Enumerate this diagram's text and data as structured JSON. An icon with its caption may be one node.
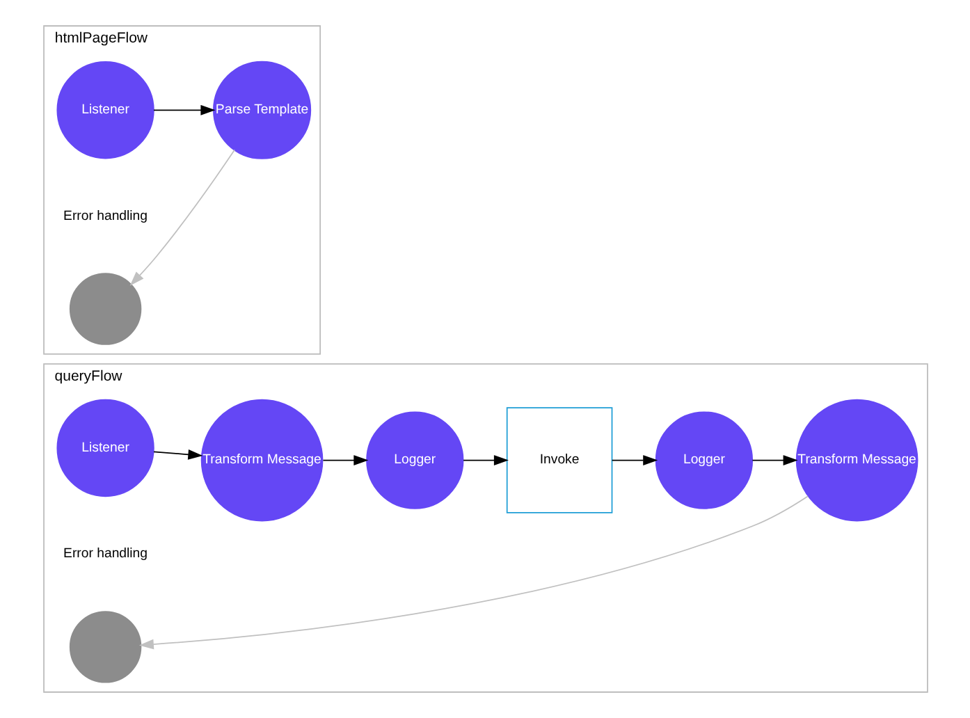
{
  "diagram": {
    "nodes": [
      {
        "text": [
          "htmlPageFlow"
        ]
      },
      {
        "text": [
          "Listener"
        ],
        "in": 0
      },
      {
        "text": [
          "Parse Template"
        ],
        "in": 0
      },
      {
        "text": [],
        "shape": "circle",
        "in": 0
      },
      {
        "text": [
          "queryFlow"
        ]
      },
      {
        "text": [
          "Listener"
        ],
        "in": 4
      },
      {
        "text": [
          "Transform Message"
        ],
        "in": 4
      },
      {
        "text": [
          "Logger"
        ],
        "in": 4
      },
      {
        "text": [
          "Invoke"
        ],
        "in": 4
      },
      {
        "text": [
          "Logger"
        ],
        "in": 4
      },
      {
        "text": [
          "Transform Message"
        ],
        "in": 4
      },
      {
        "text": [],
        "shape": "circle",
        "in": 4
      }
    ],
    "edges": [
      {
        "from": 1,
        "to": 2,
        "arrow": "to"
      },
      {
        "from": 2,
        "to": 3,
        "arrow": "to",
        "color": "#c0c0c0"
      },
      {
        "from": 5,
        "to": 6,
        "arrow": "to"
      },
      {
        "from": 6,
        "to": 7,
        "arrow": "to"
      },
      {
        "from": 7,
        "to": 8,
        "arrow": "to"
      },
      {
        "from": 8,
        "to": 9,
        "arrow": "to"
      },
      {
        "from": 9,
        "to": 10,
        "arrow": "to"
      },
      {
        "from": 10,
        "to": 11,
        "arrow": "to",
        "color": "#c0c0c0"
      }
    ],
    "labels": [
      "Error handling",
      "Error handling"
    ]
  }
}
